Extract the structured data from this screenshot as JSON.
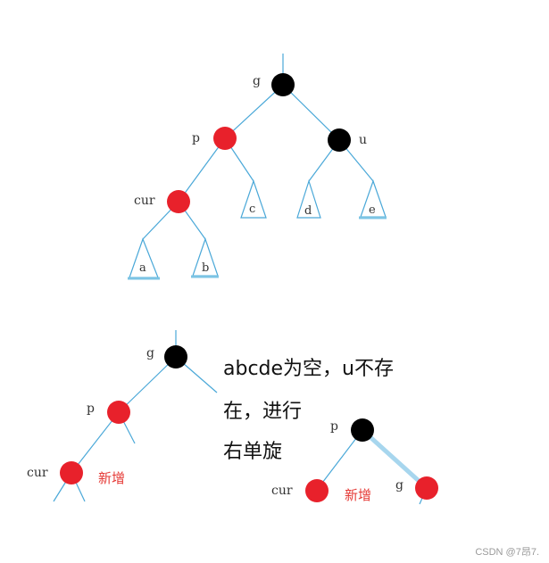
{
  "tree1": {
    "labels": {
      "g": "g",
      "p": "p",
      "u": "u",
      "cur": "cur",
      "a": "a",
      "b": "b",
      "c": "c",
      "d": "d",
      "e": "e"
    }
  },
  "tree2": {
    "labels": {
      "g": "g",
      "p": "p",
      "cur": "cur",
      "new_label": "新增"
    }
  },
  "tree3": {
    "labels": {
      "p": "p",
      "cur": "cur",
      "g": "g",
      "new_label": "新增"
    }
  },
  "note": {
    "line1": "abcde为空，u不存",
    "line2": "在，进行",
    "line3": "右单旋"
  },
  "watermark": "CSDN @7昂7.",
  "colors": {
    "black_node": "#000000",
    "red_node": "#e8212b",
    "edge": "#4aa8d8"
  }
}
